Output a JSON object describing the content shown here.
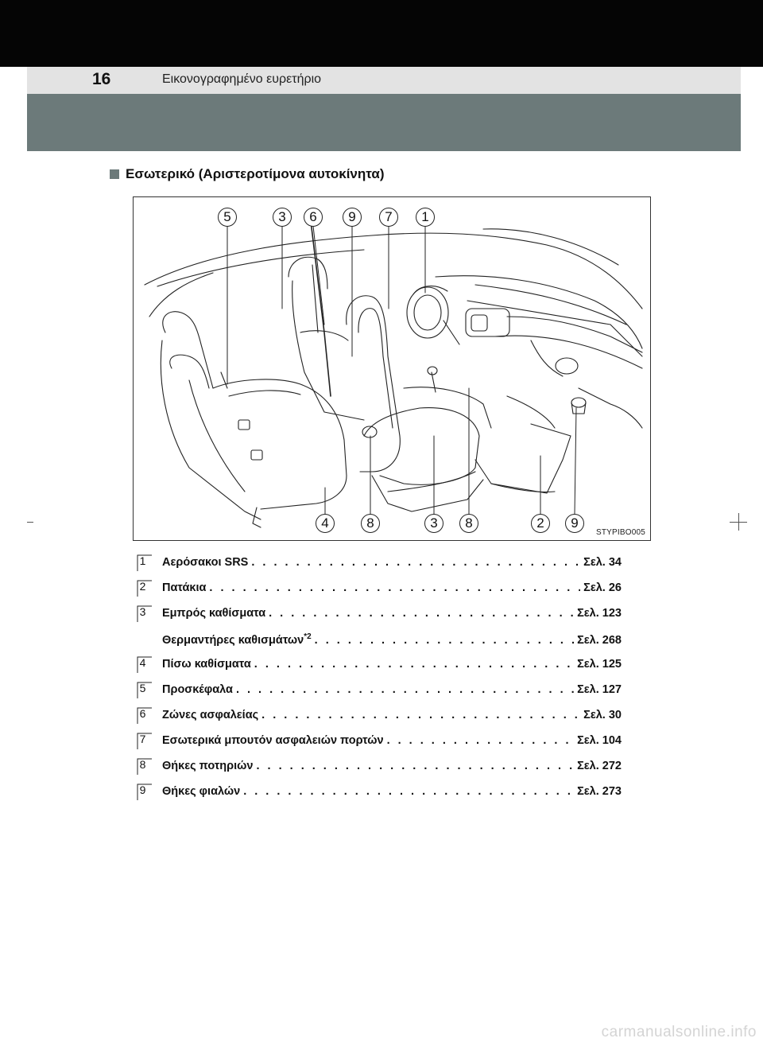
{
  "header": {
    "page_number": "16",
    "title": "Εικονογραφημένο ευρετήριο"
  },
  "section": {
    "title": "Εσωτερικό (Αριστεροτίμονα αυτοκίνητα)"
  },
  "figure": {
    "code": "STYPIBO005",
    "top_callouts": [
      "5",
      "3",
      "6",
      "9",
      "7",
      "1"
    ],
    "bottom_callouts": [
      "4",
      "8",
      "3",
      "8",
      "2",
      "9"
    ]
  },
  "legend": [
    {
      "num": "1",
      "label": "Αερόσακοι SRS",
      "sup": "",
      "page": "Σελ. 34"
    },
    {
      "num": "2",
      "label": "Πατάκια",
      "sup": "",
      "page": "Σελ. 26"
    },
    {
      "num": "3",
      "label": "Εμπρός καθίσματα",
      "sup": "",
      "page": "Σελ. 123"
    },
    {
      "num": "",
      "label": "Θερμαντήρες καθισμάτων",
      "sup": "*2",
      "page": "Σελ. 268"
    },
    {
      "num": "4",
      "label": "Πίσω καθίσματα",
      "sup": "",
      "page": "Σελ. 125"
    },
    {
      "num": "5",
      "label": "Προσκέφαλα",
      "sup": "",
      "page": "Σελ. 127"
    },
    {
      "num": "6",
      "label": "Ζώνες ασφαλείας",
      "sup": "",
      "page": "Σελ. 30"
    },
    {
      "num": "7",
      "label": "Εσωτερικά μπουτόν ασφαλειών πορτών",
      "sup": "",
      "page": "Σελ. 104"
    },
    {
      "num": "8",
      "label": "Θήκες ποτηριών",
      "sup": "",
      "page": "Σελ. 272"
    },
    {
      "num": "9",
      "label": "Θήκες φιαλών",
      "sup": "",
      "page": "Σελ. 273"
    }
  ],
  "footer": {
    "watermark": "carmanualsonline.info"
  }
}
